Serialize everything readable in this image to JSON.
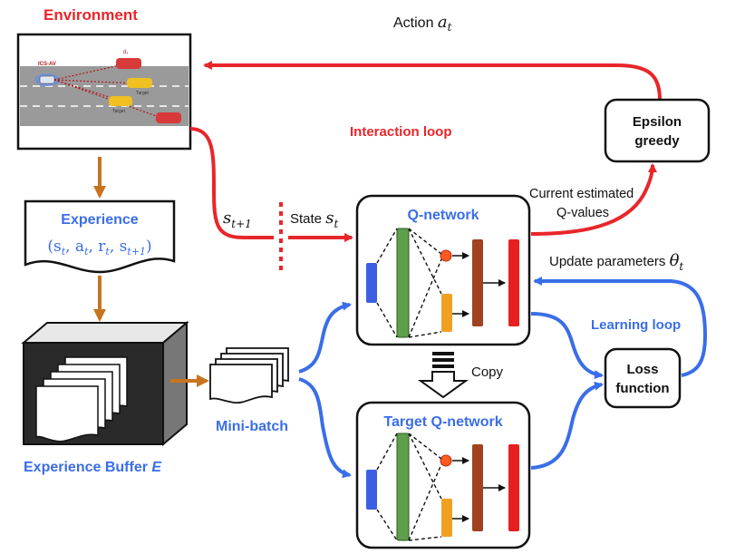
{
  "labels": {
    "environment": "Environment",
    "action_text": "Action ",
    "action_math": "a",
    "action_sub": "t",
    "interaction_loop": "Interaction loop",
    "epsilon_line1": "Epsilon",
    "epsilon_line2": "greedy",
    "current_est_line1": "Current estimated",
    "current_est_line2": "Q-values",
    "experience_title": "Experience",
    "experience_tuple": "(s",
    "next_state_math": "s",
    "next_state_sub": "t+1",
    "state_text": "State ",
    "state_math": "s",
    "state_sub": "t",
    "q_network": "Q-network",
    "target_q_network": "Target Q-network",
    "update_params_text": "Update parameters ",
    "update_params_math": "θ",
    "update_params_sub": "t",
    "learning_loop": "Learning loop",
    "copy": "Copy",
    "loss_line1": "Loss",
    "loss_line2": "function",
    "mini_batch": "Mini-batch",
    "experience_buffer": "Experience Buffer ",
    "experience_buffer_E": "E",
    "ics_av": "ICS-AV",
    "road_label_1": "Target",
    "road_label_2": "Target",
    "road_label_3": "d₁"
  },
  "colors": {
    "red": "#e8262a",
    "blue": "#3a6ee8",
    "orange_arrow": "#c8741f",
    "net_blue": "#3b5fe0",
    "net_green": "#5f9e4a",
    "net_orange": "#f0a020",
    "net_brown": "#a0421f",
    "net_red": "#e81f1f",
    "road_gray": "#9a9a9a"
  }
}
